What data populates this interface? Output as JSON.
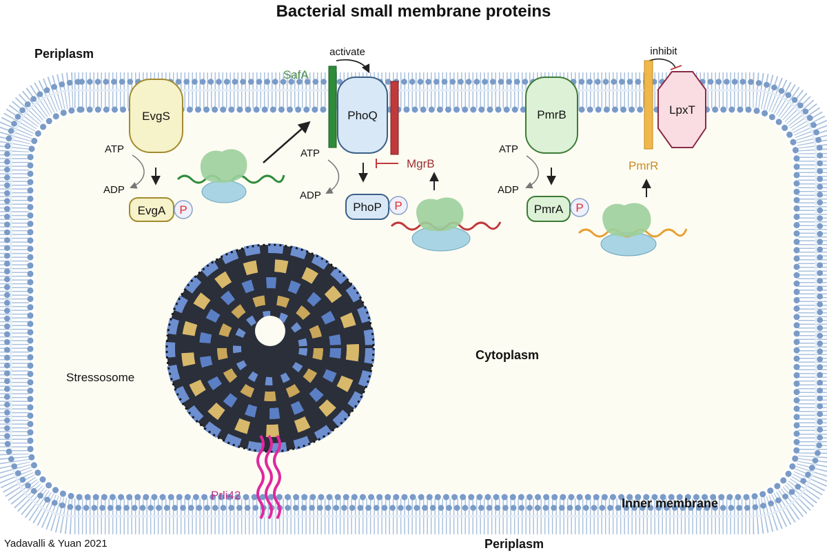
{
  "title": "Bacterial small membrane proteins",
  "regions": {
    "periplasm_top": "Periplasm",
    "periplasm_bottom": "Periplasm",
    "cytoplasm": "Cytoplasm",
    "inner_membrane": "Inner membrane"
  },
  "proteins": {
    "evgs": "EvgS",
    "evga": "EvgA",
    "phoq": "PhoQ",
    "phop": "PhoP",
    "pmrb": "PmrB",
    "pmra": "PmrA",
    "lpxt": "LpxT",
    "safa": "SafA",
    "mgrb": "MgrB",
    "pmrr": "PmrR",
    "prli42": "Prli42",
    "stressosome": "Stressosome"
  },
  "phospho_label": "P",
  "energy": {
    "atp": "ATP",
    "adp": "ADP"
  },
  "interactions": {
    "activate": "activate",
    "inhibit": "inhibit"
  },
  "citation": "Yadavalli & Yuan 2021",
  "colors": {
    "membrane_head": "#7a9bc7",
    "membrane_tail": "#a9c1dd",
    "cytoplasm_fill": "#fdfcf2",
    "safa": "#2e8b3a",
    "mgrb": "#c0393b",
    "pmrr": "#e8a033",
    "prli42": "#e0279f",
    "phospho": "#e03030",
    "evg_fill": "#f6f2c9",
    "evg_stroke": "#a18a2e",
    "pho_fill": "#d8e8f6",
    "pho_stroke": "#3b5f86",
    "pmr_fill": "#dcf1d6",
    "pmr_stroke": "#3c7a35",
    "lpxt_fill": "#f9dde3",
    "lpxt_stroke": "#8a2a45",
    "ribosome_large": "#9ccf9c",
    "ribosome_small": "#a9d4e3"
  }
}
